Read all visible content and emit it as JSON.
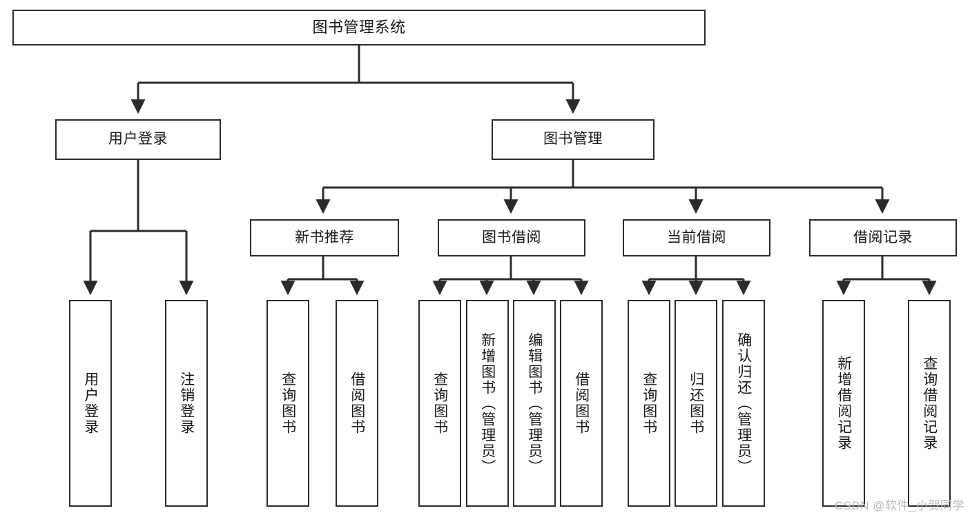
{
  "diagram": {
    "title": "图书管理系统",
    "watermark": "CSDN @软件_小贺同学",
    "colors": {
      "background": "#ffffff",
      "stroke": "#2b2b2b",
      "text": "#1a1a1a",
      "watermark": "#b9b9b9"
    },
    "nodes": {
      "root": {
        "label": "图书管理系统"
      },
      "level1": [
        {
          "label": "用户登录"
        },
        {
          "label": "图书管理"
        }
      ],
      "level2": [
        {
          "label": "新书推荐"
        },
        {
          "label": "图书借阅"
        },
        {
          "label": "当前借阅"
        },
        {
          "label": "借阅记录"
        }
      ],
      "leaves": {
        "user_login": [
          {
            "label": "用户登录"
          },
          {
            "label": "注销登录"
          }
        ],
        "new_book_recommend": [
          {
            "label": "查询图书"
          },
          {
            "label": "借阅图书"
          }
        ],
        "book_borrow": [
          {
            "label": "查询图书"
          },
          {
            "label": "新增图书（管理员）"
          },
          {
            "label": "编辑图书（管理员）"
          },
          {
            "label": "借阅图书"
          }
        ],
        "current_borrow": [
          {
            "label": "查询图书"
          },
          {
            "label": "归还图书"
          },
          {
            "label": "确认归还（管理员）"
          }
        ],
        "borrow_records": [
          {
            "label": "新增借阅记录"
          },
          {
            "label": "查询借阅记录"
          }
        ]
      }
    }
  }
}
